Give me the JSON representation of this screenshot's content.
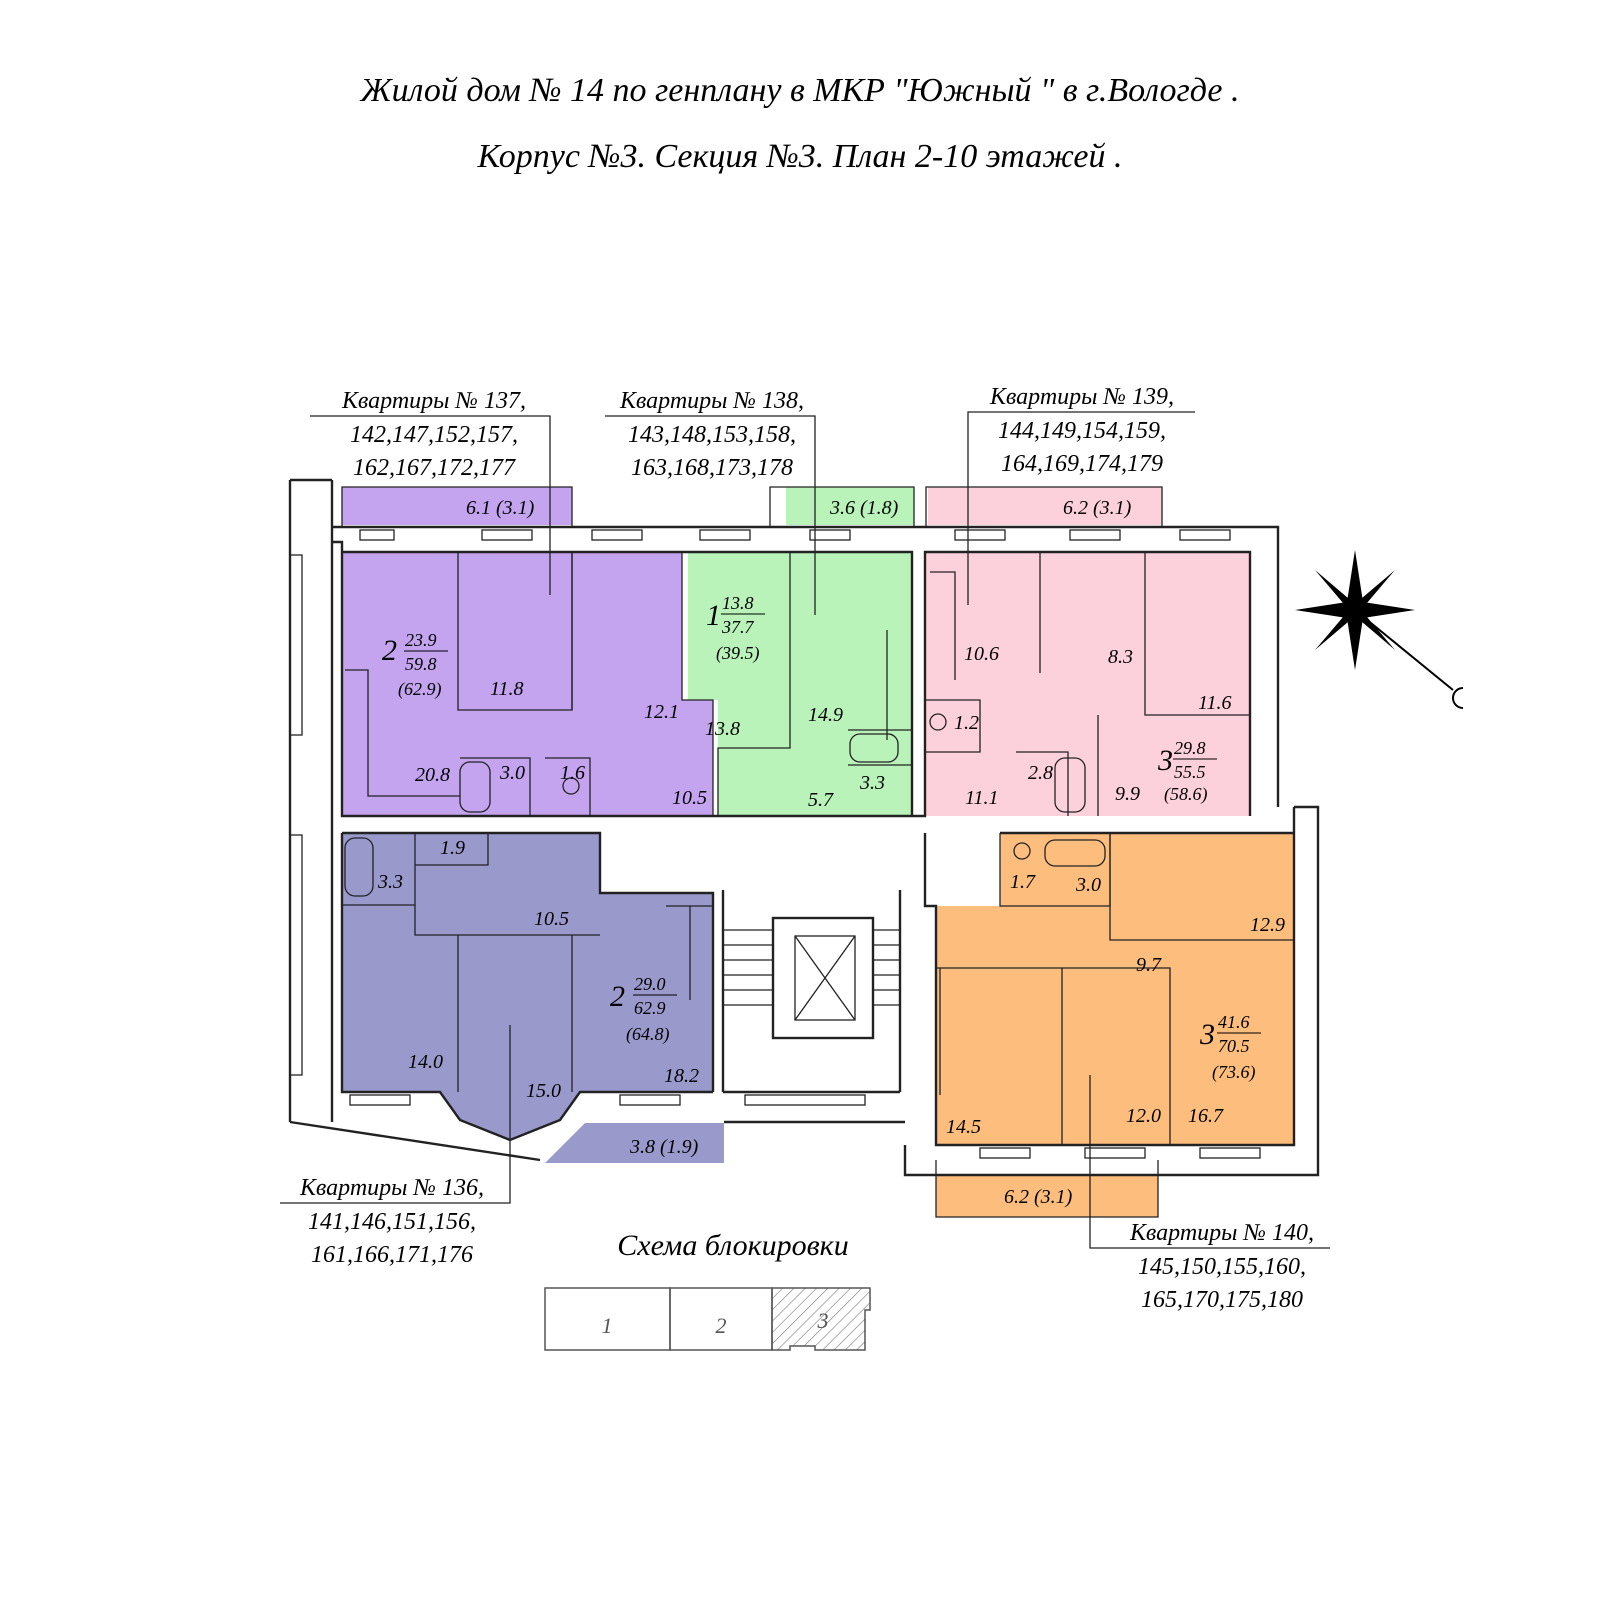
{
  "title": {
    "line1": "Жилой дом  № 14   по генплану в МКР  \"Южный \" в г.Вологде .",
    "line2": "Корпус  №3.  Секция  №3.  План  2-10  этажей ."
  },
  "colors": {
    "apt136": "#9a99cc",
    "apt137": "#c4a3ef",
    "apt138": "#b9f3b9",
    "apt139": "#fdd1dc",
    "apt140": "#fdbd7c",
    "wall": "#222222"
  },
  "apartments": {
    "a136": {
      "label": [
        "Квартиры  № 136,",
        "141,146,151,156,",
        "161,166,171,176"
      ],
      "rooms_count": "2",
      "living": "29.0",
      "total": "62.9",
      "total_with_balcony": "(64.8)",
      "room_areas": [
        "1.9",
        "3.3",
        "10.5",
        "14.0",
        "15.0",
        "18.2"
      ],
      "balcony": "3.8 (1.9)"
    },
    "a137": {
      "label": [
        "Квартиры  № 137,",
        "142,147,152,157,",
        "162,167,172,177"
      ],
      "rooms_count": "2",
      "living": "23.9",
      "total": "59.8",
      "total_with_balcony": "(62.9)",
      "room_areas": [
        "11.8",
        "12.1",
        "20.8",
        "3.0",
        "1.6",
        "10.5"
      ],
      "balcony": "6.1 (3.1)"
    },
    "a138": {
      "label": [
        "Квартиры  № 138,",
        "143,148,153,158,",
        "163,168,173,178"
      ],
      "rooms_count": "1",
      "living": "13.8",
      "total": "37.7",
      "total_with_balcony": "(39.5)",
      "room_areas": [
        "13.8",
        "14.9",
        "3.3",
        "5.7"
      ],
      "balcony": "3.6 (1.8)"
    },
    "a139": {
      "label": [
        "Квартиры  № 139,",
        "144,149,154,159,",
        "164,169,174,179"
      ],
      "rooms_count": "3",
      "living": "29.8",
      "total": "55.5",
      "total_with_balcony": "(58.6)",
      "room_areas": [
        "10.6",
        "8.3",
        "11.6",
        "1.2",
        "2.8",
        "9.9",
        "11.1"
      ],
      "balcony": "6.2 (3.1)"
    },
    "a140": {
      "label": [
        "Квартиры  № 140,",
        "145,150,155,160,",
        "165,170,175,180"
      ],
      "rooms_count": "3",
      "living": "41.6",
      "total": "70.5",
      "total_with_balcony": "(73.6)",
      "room_areas": [
        "1.7",
        "3.0",
        "12.9",
        "9.7",
        "14.5",
        "12.0",
        "16.7"
      ],
      "balcony": "6.2 (3.1)"
    }
  },
  "scheme": {
    "title": "Схема блокировки",
    "sections": [
      "1",
      "2",
      "3"
    ]
  }
}
